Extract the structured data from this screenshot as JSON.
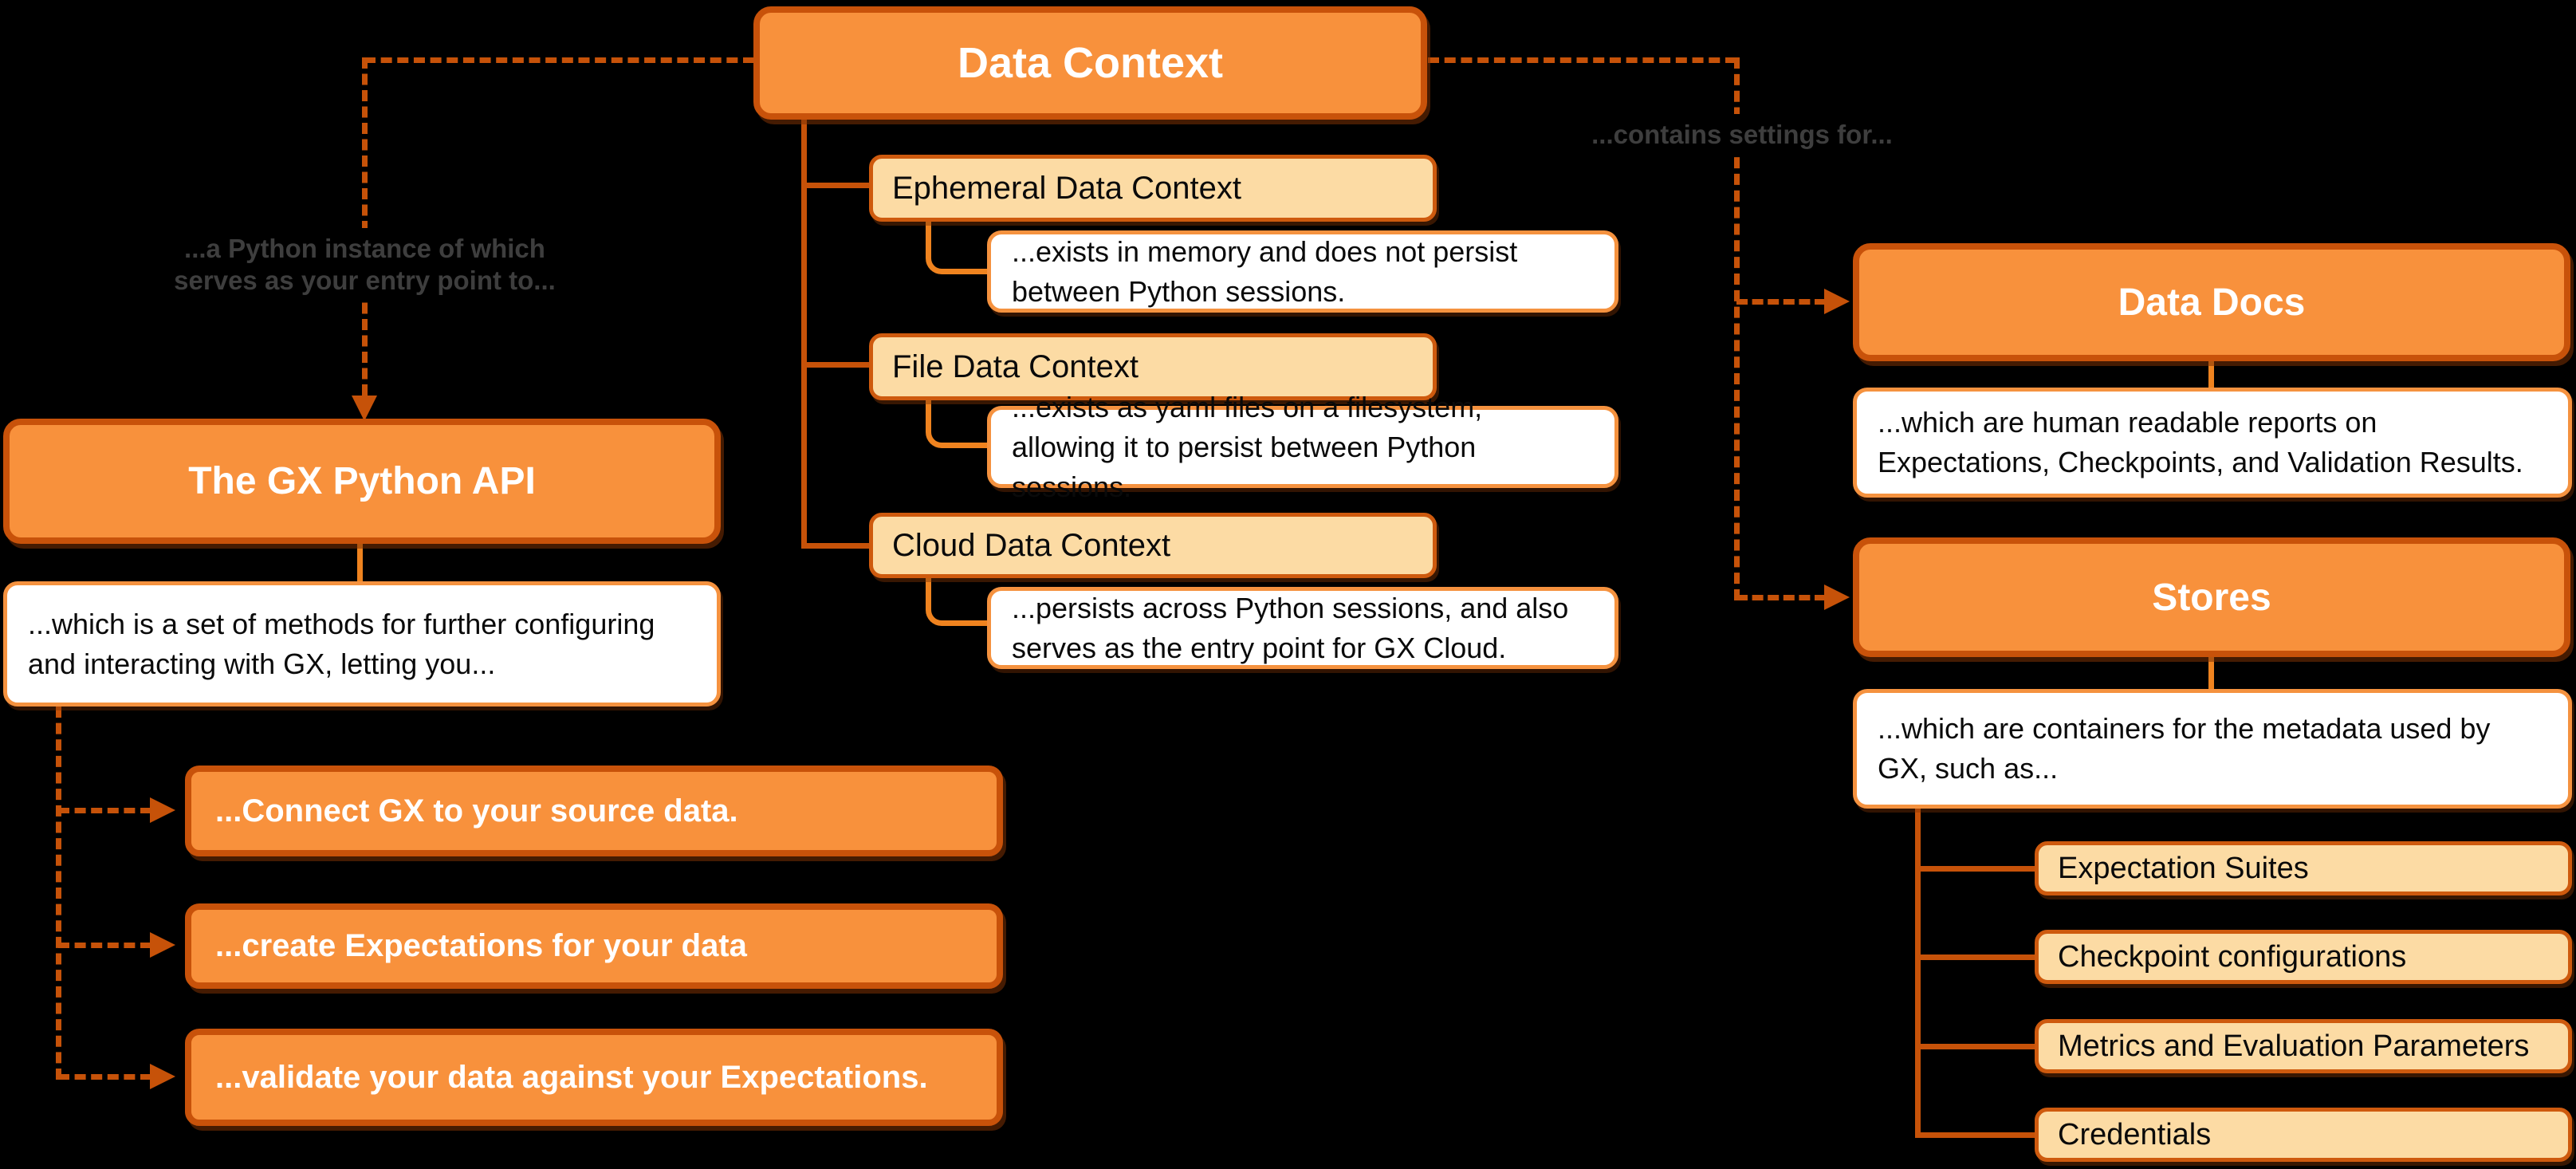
{
  "colors": {
    "background": "#000000",
    "node_fill": "#F8913C",
    "node_border": "#C8520A",
    "light_fill": "#FCDBA4",
    "light_border": "#CE5A0E",
    "white_fill": "#FFFFFF",
    "white_border": "#F5923F",
    "connector_dark": "#C65209",
    "connector_bright": "#EF831F",
    "annotation_gray": "#3E3E3E"
  },
  "nodes": {
    "data_context": {
      "title": "Data Context"
    },
    "gx_api": {
      "title": "The GX Python API",
      "desc": "...which is a set of methods for further configuring and interacting with GX, letting you..."
    },
    "actions": [
      "...Connect GX to your source data.",
      "...create Expectations for your data",
      "...validate your data against your Expectations."
    ],
    "contexts": [
      {
        "title": "Ephemeral Data Context",
        "desc": "...exists in memory and does not persist between Python sessions."
      },
      {
        "title": "File Data Context",
        "desc": "...exists as yaml files on a filesystem, allowing it to persist between Python sessions."
      },
      {
        "title": "Cloud Data Context",
        "desc": "...persists across Python sessions, and also serves as the entry point for GX Cloud."
      }
    ],
    "data_docs": {
      "title": "Data Docs",
      "desc": "...which are human readable reports on Expectations, Checkpoints, and Validation Results."
    },
    "stores": {
      "title": "Stores",
      "desc": "...which are containers for the metadata used by GX, such as...",
      "items": [
        "Expectation Suites",
        "Checkpoint configurations",
        "Metrics and Evaluation Parameters",
        "Credentials"
      ]
    }
  },
  "annotations": {
    "left_line1": "...a Python instance of which",
    "left_line2": "serves as your entry point to...",
    "right": "...contains settings for..."
  }
}
